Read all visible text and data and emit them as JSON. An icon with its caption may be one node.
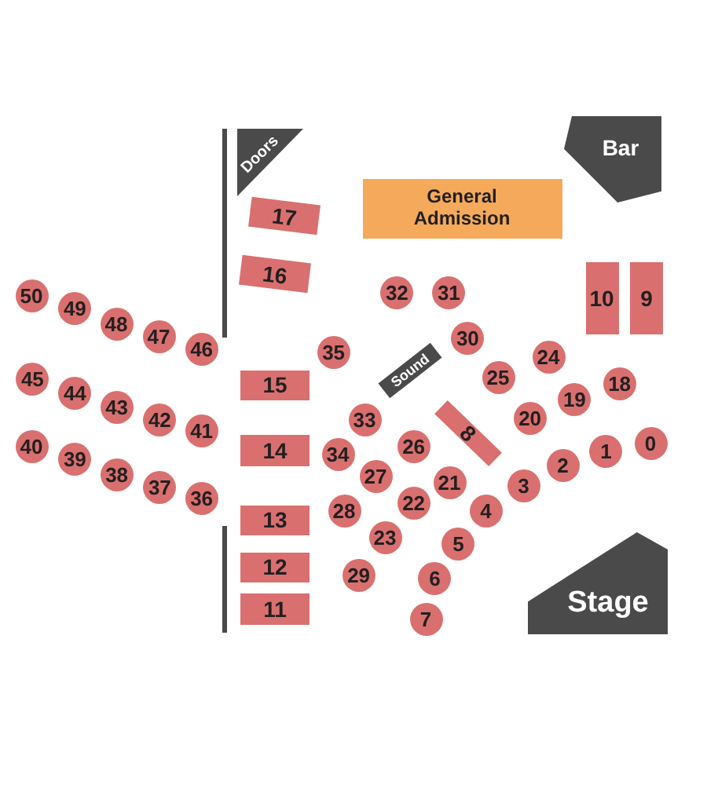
{
  "diagram": {
    "nodes": [
      {
        "text": [
          "Doors"
        ]
      },
      {
        "text": [
          "Bar"
        ]
      },
      {
        "text": [
          "General Admission"
        ]
      },
      {
        "text": [
          "17"
        ]
      },
      {
        "text": [
          "16"
        ]
      },
      {
        "text": [
          "10"
        ]
      },
      {
        "text": [
          "9"
        ]
      },
      {
        "text": [
          "32"
        ]
      },
      {
        "text": [
          "31"
        ]
      },
      {
        "text": [
          "50"
        ]
      },
      {
        "text": [
          "49"
        ]
      },
      {
        "text": [
          "48"
        ]
      },
      {
        "text": [
          "47"
        ]
      },
      {
        "text": [
          "46"
        ]
      },
      {
        "text": [
          "35"
        ]
      },
      {
        "text": [
          "30"
        ]
      },
      {
        "text": [
          "24"
        ]
      },
      {
        "text": [
          "Sound"
        ]
      },
      {
        "text": [
          "15"
        ]
      },
      {
        "text": [
          "45"
        ]
      },
      {
        "text": [
          "44"
        ]
      },
      {
        "text": [
          "25"
        ]
      },
      {
        "text": [
          "18"
        ]
      },
      {
        "text": [
          "19"
        ]
      },
      {
        "text": [
          "43"
        ]
      },
      {
        "text": [
          "42"
        ]
      },
      {
        "text": [
          "41"
        ]
      },
      {
        "text": [
          "33"
        ]
      },
      {
        "text": [
          "20"
        ]
      },
      {
        "text": [
          "8"
        ]
      },
      {
        "text": [
          "40"
        ]
      },
      {
        "text": [
          "39"
        ]
      },
      {
        "text": [
          "14"
        ]
      },
      {
        "text": [
          "26"
        ]
      },
      {
        "text": [
          "0"
        ]
      },
      {
        "text": [
          "38"
        ]
      },
      {
        "text": [
          "34"
        ]
      },
      {
        "text": [
          "1"
        ]
      },
      {
        "text": [
          "37"
        ]
      },
      {
        "text": [
          "21"
        ]
      },
      {
        "text": [
          "2"
        ]
      },
      {
        "text": [
          "36"
        ]
      },
      {
        "text": [
          "27"
        ]
      },
      {
        "text": [
          "3"
        ]
      },
      {
        "text": [
          "13"
        ]
      },
      {
        "text": [
          "28"
        ]
      },
      {
        "text": [
          "22"
        ]
      },
      {
        "text": [
          "4"
        ]
      },
      {
        "text": [
          "12"
        ]
      },
      {
        "text": [
          "23"
        ]
      },
      {
        "text": [
          "5"
        ]
      },
      {
        "text": [
          "29"
        ]
      },
      {
        "text": [
          "6"
        ]
      },
      {
        "text": [
          "11"
        ]
      },
      {
        "text": [
          "Stage"
        ]
      },
      {
        "text": [
          "7"
        ]
      }
    ]
  }
}
